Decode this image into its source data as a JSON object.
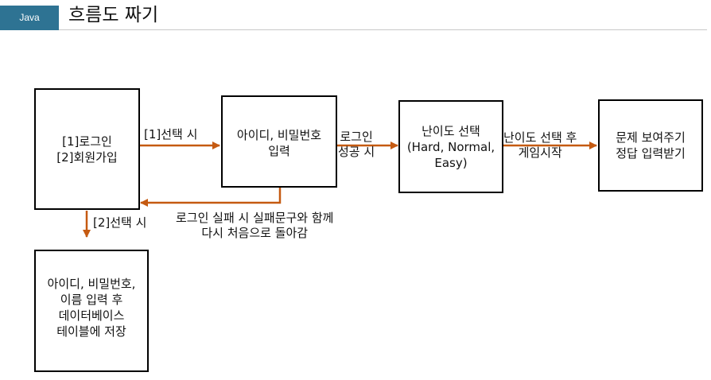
{
  "header": {
    "tag": "Java",
    "title": "흐름도 짜기"
  },
  "colors": {
    "tag_bg": "#2e7393",
    "arrow": "#c55a11"
  },
  "nodes": {
    "login_menu": "[1]로그인\n[2]회원가입",
    "id_pw_input": "아이디, 비밀번호\n입력",
    "difficulty": "난이도 선택\n(Hard, Normal,\nEasy)",
    "quiz": "문제 보여주기\n정답 입력받기",
    "signup": "아이디, 비밀번호,\n이름 입력 후\n데이터베이스\n테이블에 저장"
  },
  "edges": {
    "choose_1": "[1]선택 시",
    "login_success": "로그인\n성공 시",
    "start_game": "난이도 선택 후\n게임시작",
    "login_fail": "로그인 실패 시 실패문구와 함께\n다시 처음으로 돌아감",
    "choose_2": "[2]선택 시"
  }
}
